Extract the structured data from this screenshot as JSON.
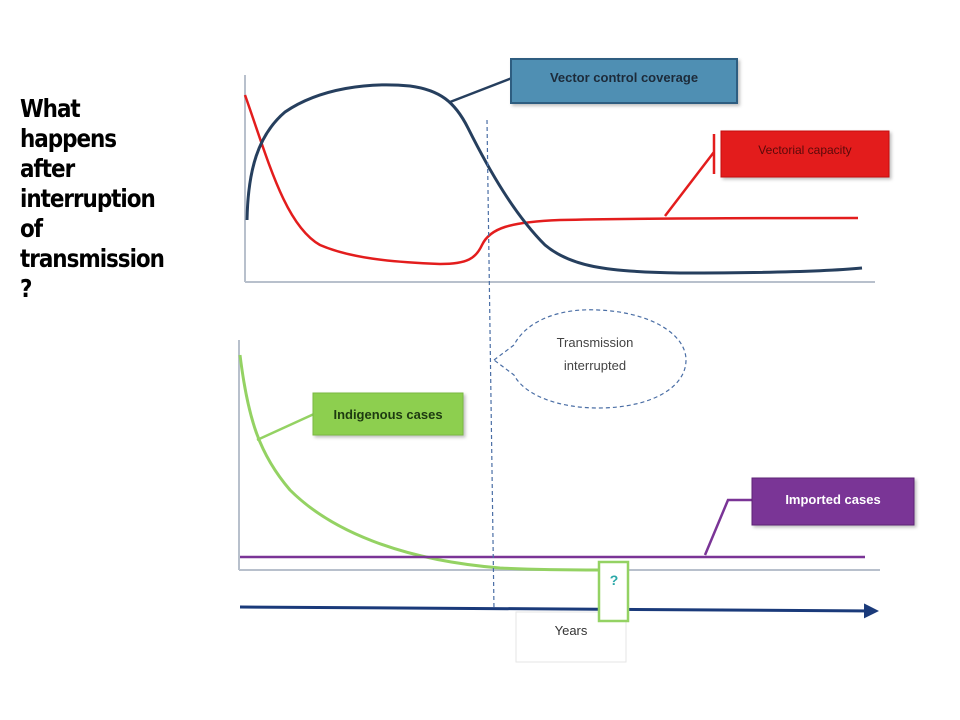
{
  "question_lines": [
    "What",
    "happens",
    "after",
    "interruption",
    "of",
    "transmission",
    "?"
  ],
  "labels": {
    "vector_control": "Vector control coverage",
    "vectorial_capacity": "Vectorial capacity",
    "transmission_interrupted_line1": "Transmission",
    "transmission_interrupted_line2": "interrupted",
    "indigenous_cases": "Indigenous cases",
    "imported_cases": "Imported cases",
    "question_mark": "?",
    "years": "Years"
  },
  "colors": {
    "vector_control": "#263f5e",
    "vector_control_box": "#4f8fb3",
    "vectorial_capacity": "#e31d1d",
    "indigenous_cases": "#94d263",
    "indigenous_box": "#8dcf50",
    "imported_cases": "#7a3496",
    "time_axis": "#1a3a7a",
    "interruption_line": "#4a6ea5",
    "axis": "#b8c0cc"
  }
}
